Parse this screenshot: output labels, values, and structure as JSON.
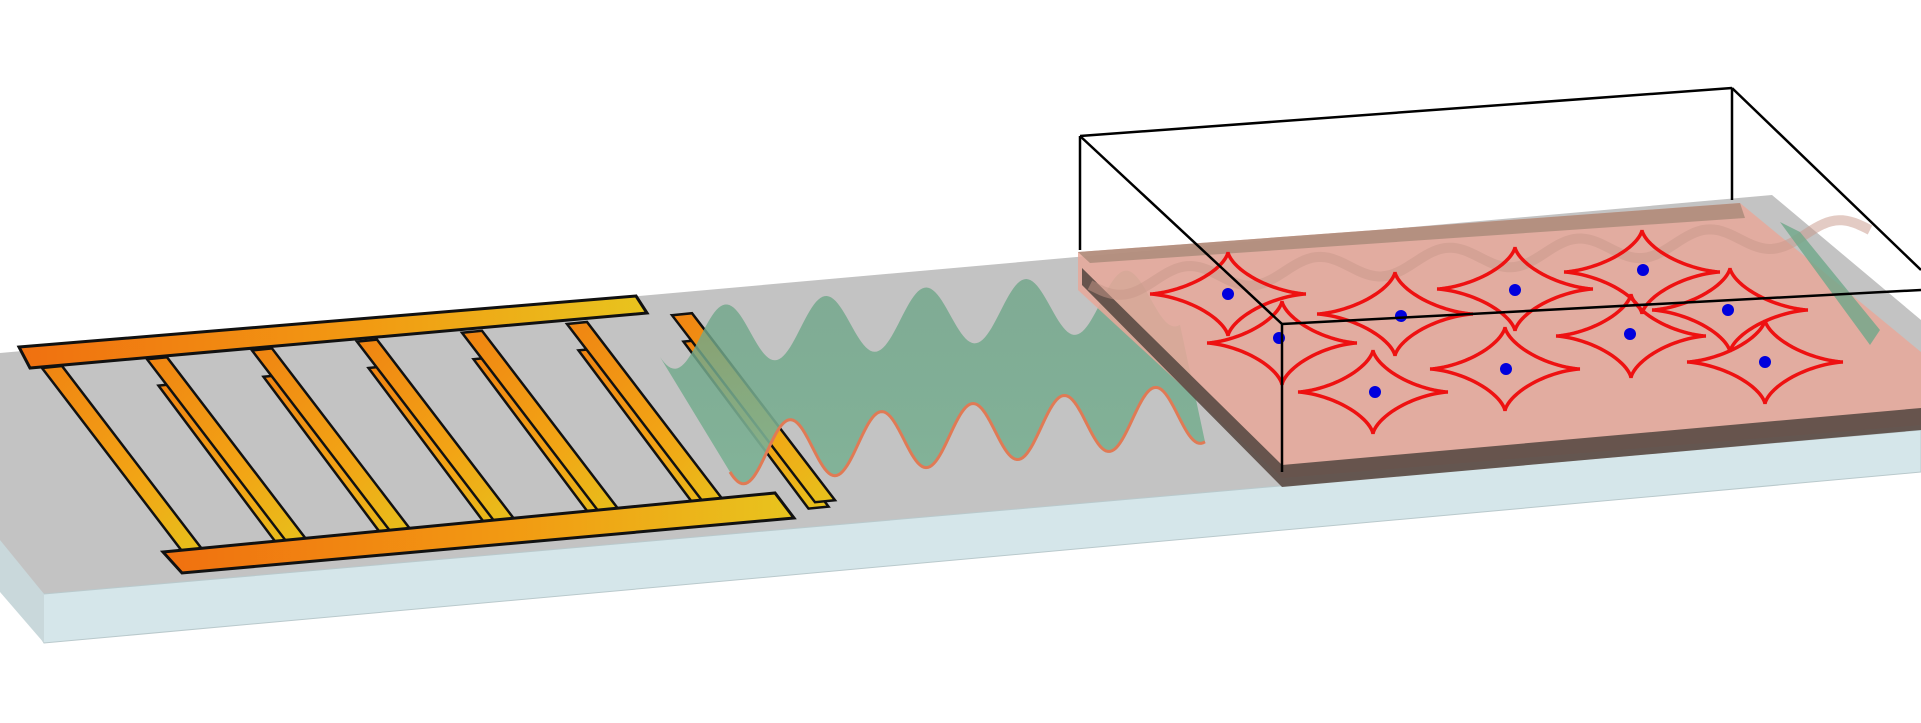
{
  "diagram": {
    "components": [
      {
        "id": "substrate",
        "kind": "piezoelectric-substrate",
        "color_top": "#c3c3c3",
        "color_side": "#d5e6ea"
      },
      {
        "id": "idt",
        "kind": "interdigital-transducer",
        "finger_count": 13,
        "gradient": [
          "#f07a10",
          "#f2a010",
          "#e6c820"
        ]
      },
      {
        "id": "saw",
        "kind": "surface-acoustic-wave",
        "color": "#6fa789",
        "edge_color": "#e07a55"
      },
      {
        "id": "sample",
        "kind": "sample-layer",
        "color": "#e8a89a",
        "edge_color": "#5a4a44"
      },
      {
        "id": "box",
        "kind": "enclosure-outline",
        "color": "#000000"
      },
      {
        "id": "waves",
        "kind": "astroid-curves",
        "color": "#ee1111",
        "count": 10
      },
      {
        "id": "dots",
        "kind": "particles",
        "color": "#0000dd",
        "count": 10
      }
    ]
  }
}
